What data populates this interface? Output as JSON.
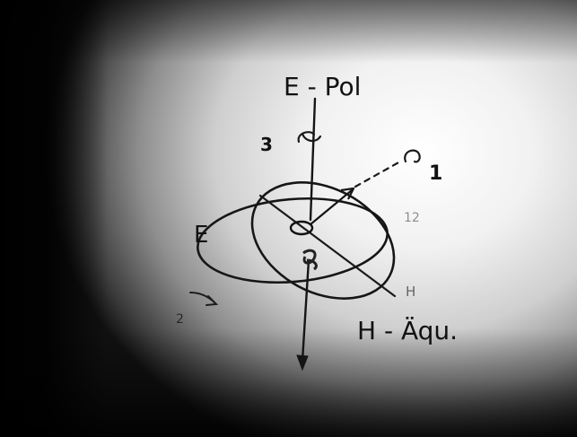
{
  "labels": {
    "e_pol": "E - Pol",
    "e": "E",
    "h": "H",
    "h_aequ": "H - Äqu.",
    "num_1": "1",
    "num_2": "2",
    "num_3": "3"
  }
}
